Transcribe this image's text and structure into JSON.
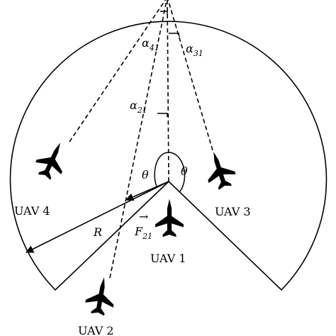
{
  "labels": {
    "alpha41": {
      "sym": "α",
      "sub": "41"
    },
    "alpha31": {
      "sym": "α",
      "sub": "31"
    },
    "alpha21": {
      "sym": "α",
      "sub": "21"
    },
    "theta_left": "θ",
    "theta_right": "θ",
    "radius": "R",
    "force": {
      "sym": "F",
      "sub": "21"
    },
    "uav1": "UAV 1",
    "uav2": "UAV 2",
    "uav3": "UAV 3",
    "uav4": "UAV 4"
  },
  "icons": {
    "uav": "fighter-jet-icon"
  }
}
